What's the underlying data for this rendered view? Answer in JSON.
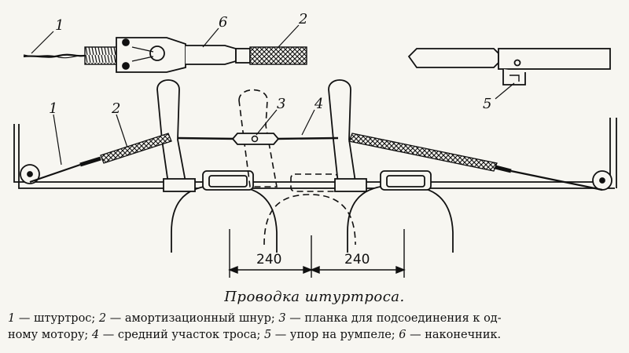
{
  "figure": {
    "labels": {
      "one": "1",
      "two": "2",
      "three": "3",
      "four": "4",
      "five": "5",
      "six": "6"
    },
    "dimensions": {
      "left": "240",
      "right": "240"
    }
  },
  "caption": {
    "title": "Проводка штуртроса.",
    "legend": [
      {
        "num": "1",
        "text": " — штуртрос;  "
      },
      {
        "num": "2",
        "text": " — амортизационный  шнур;  "
      },
      {
        "num": "3",
        "text": " — планка для подсоединения к од-"
      },
      {
        "text": "ному мотору;  "
      },
      {
        "num": "4",
        "text": " — средний  участок троса;  "
      },
      {
        "num": "5",
        "text": " — упор на румпеле;  "
      },
      {
        "num": "6",
        "text": " — наконечник."
      }
    ]
  }
}
